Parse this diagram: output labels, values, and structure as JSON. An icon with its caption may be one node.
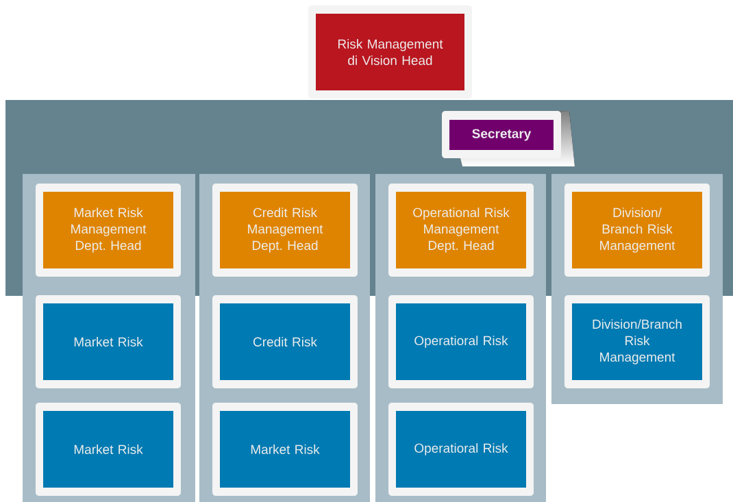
{
  "diagram": {
    "nodes": [
      {
        "text": [
          "Risk Management di Vision Head"
        ]
      },
      {
        "text": [
          "Secretary"
        ]
      },
      {
        "text": [],
        "shape": "box"
      },
      {
        "text": [
          "Market Risk Management Dept. Head"
        ],
        "in": 2
      },
      {
        "text": [
          "Market Risk"
        ],
        "in": 2
      },
      {
        "text": [
          "Market Risk"
        ],
        "in": 2
      },
      {
        "text": [],
        "shape": "box"
      },
      {
        "text": [
          "Credit Risk Management Dept. Head"
        ],
        "in": 6
      },
      {
        "text": [
          "Credit Risk"
        ],
        "in": 6
      },
      {
        "text": [
          "Market Risk"
        ],
        "in": 6
      },
      {
        "text": [],
        "shape": "box"
      },
      {
        "text": [
          "Operational Risk Management Dept. Head"
        ],
        "in": 10
      },
      {
        "text": [
          "Operatioral Risk"
        ],
        "in": 10
      },
      {
        "text": [
          "Operatioral Risk"
        ],
        "in": 10
      },
      {
        "text": [],
        "shape": "box"
      },
      {
        "text": [
          "Division/ Branch Risk Management"
        ],
        "in": 14
      },
      {
        "text": [
          "Division/Branch Risk Management"
        ],
        "in": 14
      }
    ]
  }
}
